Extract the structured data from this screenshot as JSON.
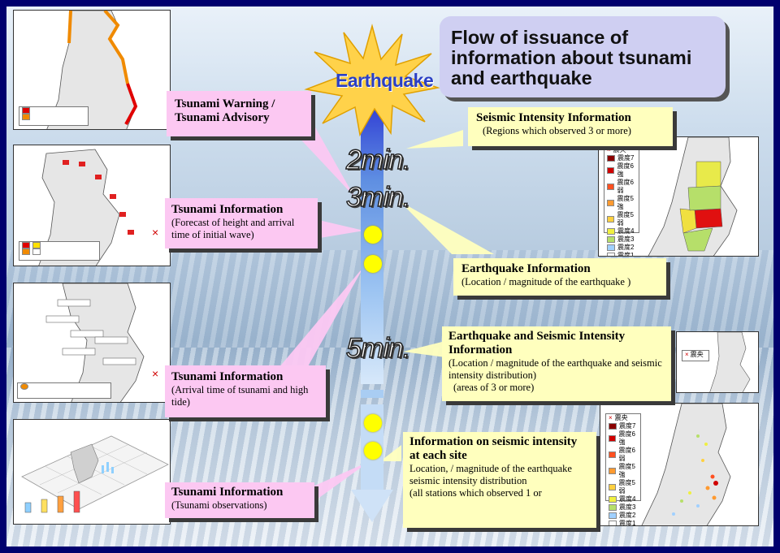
{
  "title": "Flow of issuance of information about tsunami and earthquake",
  "start_label": "Earthquake",
  "time_marks": [
    "2min.",
    "3min.",
    "5min."
  ],
  "left_boxes": [
    {
      "title": "Tsunami Warning / Tsunami Advisory",
      "desc": ""
    },
    {
      "title": "Tsunami Information",
      "desc": "(Forecast of height and arrival time of initial wave)"
    },
    {
      "title": "Tsunami Information",
      "desc": "(Arrival time of tsunami and high tide)"
    },
    {
      "title": "Tsunami Information",
      "desc": "(Tsunami observations)"
    }
  ],
  "right_boxes": [
    {
      "title": "Seismic Intensity Information",
      "desc": "(Regions which observed 3 or more)"
    },
    {
      "title": "Earthquake Information",
      "desc": "(Location / magnitude of the earthquake )"
    },
    {
      "title": "Earthquake and Seismic Intensity Information",
      "desc": "(Location / magnitude of the earthquake and seismic intensity distribution)",
      "desc2": "(areas of 3 or more)"
    },
    {
      "title": "Information on seismic intensity at each site",
      "desc": "Location, / magnitude of the earthquake seismic intensity distribution",
      "desc2": "(all stations which observed 1 or"
    }
  ],
  "colors": {
    "pink_box": "#fcc8f2",
    "yellow_box": "#ffffbe",
    "title_box": "#cfcff2",
    "border": "#00006e"
  },
  "maps": {
    "intensity_legend": [
      "震央",
      "震度7",
      "震度6強",
      "震度6弱",
      "震度5強",
      "震度5弱",
      "震度4",
      "震度3",
      "震度2",
      "震度1"
    ],
    "epicenter_legend": "震央"
  }
}
